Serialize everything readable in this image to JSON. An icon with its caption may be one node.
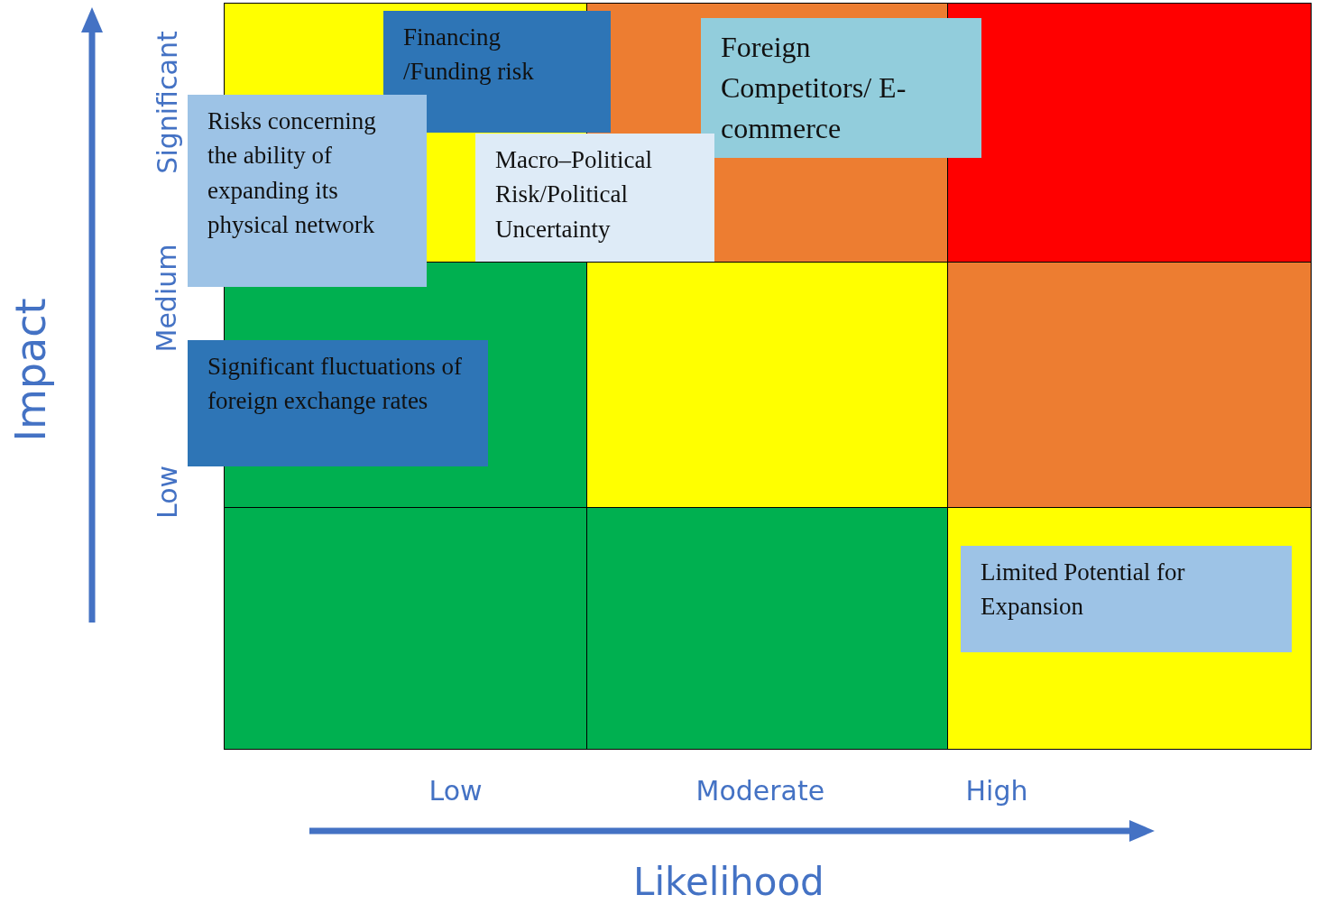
{
  "diagram": {
    "nodes": [
      {
        "text": [
          "Financing /Funding risk"
        ]
      },
      {
        "text": [
          "Foreign Competitors/ E-commerce"
        ]
      },
      {
        "text": [
          "Risks concerning the ability of expanding its physical network"
        ]
      },
      {
        "text": [
          "Macro–Political Risk/Political Uncertainty"
        ]
      },
      {
        "text": [
          "Significant fluctuations of foreign exchange rates"
        ]
      },
      {
        "text": [
          "Limited Potential for Expansion"
        ]
      }
    ],
    "edges": [],
    "labels": [
      "Impact",
      "Significant",
      "Medium",
      "Low",
      "Low",
      "Moderate",
      "High",
      "Likelihood"
    ]
  }
}
